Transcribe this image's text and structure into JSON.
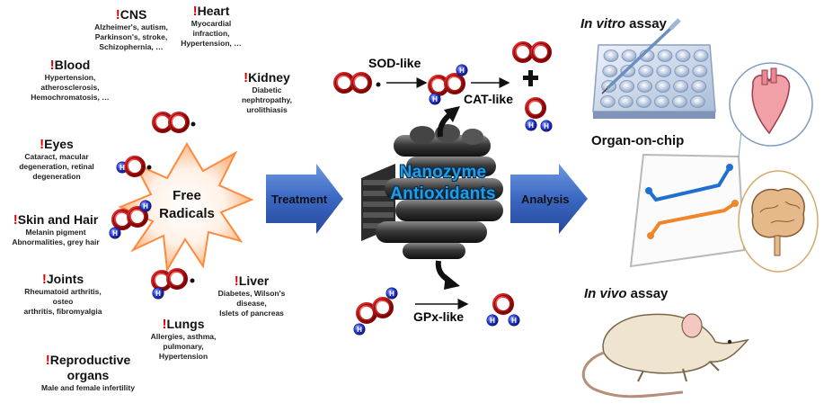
{
  "categories": [
    {
      "id": "cns",
      "title": "CNS",
      "diseases": [
        "Alzheimer's, autism,",
        "Parkinson's, stroke,",
        "Schizophernia, …"
      ]
    },
    {
      "id": "heart",
      "title": "Heart",
      "diseases": [
        "Myocardial",
        "infraction,",
        "Hypertension, …"
      ]
    },
    {
      "id": "blood",
      "title": "Blood",
      "diseases": [
        "Hypertension,",
        "atherosclerosis,",
        "Hemochromatosis, …"
      ]
    },
    {
      "id": "kidney",
      "title": "Kidney",
      "diseases": [
        "Diabetic",
        "nephtropathy,",
        "urolithiasis"
      ]
    },
    {
      "id": "eyes",
      "title": "Eyes",
      "diseases": [
        "Cataract, macular",
        "degeneration, retinal",
        "degeneration"
      ]
    },
    {
      "id": "skin",
      "title": "Skin and Hair",
      "diseases": [
        "Melanin pigment",
        "Abnormalities, grey hair"
      ]
    },
    {
      "id": "joints",
      "title": "Joints",
      "diseases": [
        "Rheumatoid arthritis,",
        "osteo",
        "arthritis, fibromyalgia"
      ]
    },
    {
      "id": "liver",
      "title": "Liver",
      "diseases": [
        "Diabetes, Wilson's",
        "disease,",
        "Islets of pancreas"
      ]
    },
    {
      "id": "lungs",
      "title": "Lungs",
      "diseases": [
        "Allergies, asthma,",
        "pulmonary,",
        "Hypertension"
      ]
    },
    {
      "id": "repro",
      "title": "Reproductive organs",
      "title_lines": [
        "Reproductive",
        "organs"
      ],
      "diseases": [
        "Male and female infertility"
      ]
    }
  ],
  "center_label": {
    "line1": "Free",
    "line2": "Radicals"
  },
  "arrows": {
    "treatment": "Treatment",
    "analysis": "Analysis"
  },
  "nanozyme": {
    "line1": "Nanozyme",
    "line2": "Antioxidants"
  },
  "reactions": {
    "sod": "SOD-like",
    "cat": "CAT-like",
    "gpx": "GPx-like"
  },
  "atom_labels": {
    "hydrogen": "H"
  },
  "assays": {
    "in_vitro_italic": "In vitro",
    "in_vitro_rest": " assay",
    "organ_on_chip": "Organ-on-chip",
    "in_vivo_italic": "In vivo",
    "in_vivo_rest": " assay"
  },
  "colors": {
    "exclamation": "#e00000",
    "nanozyme_text": "#1d9ee6",
    "arrow_blue": "#3d6fc6",
    "oxygen_red": "#e21b1b",
    "hydrogen_blue": "#2233cc",
    "chip_blue": "#1e6fd0",
    "chip_orange": "#f0862a"
  }
}
